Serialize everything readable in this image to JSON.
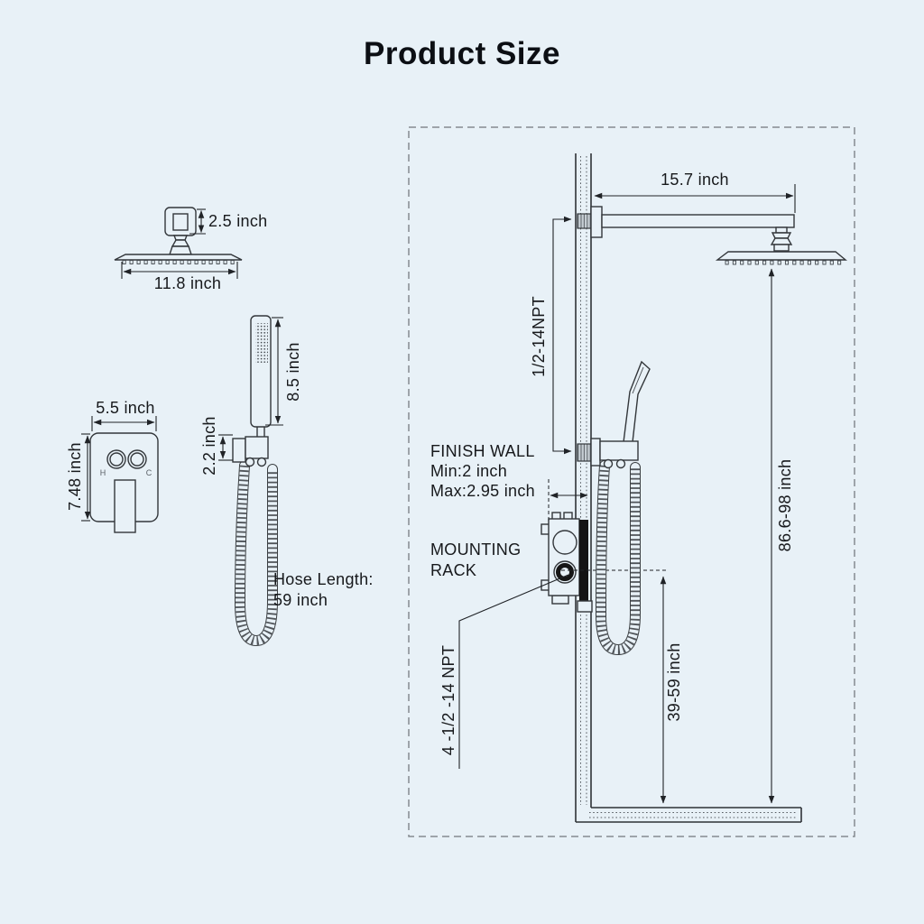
{
  "page": {
    "title": "Product Size"
  },
  "left_diagrams": {
    "overhead_shower": {
      "connector_height": "2.5 inch",
      "head_width": "11.8 inch"
    },
    "hand_shower": {
      "wand_height": "8.5 inch",
      "holder_height": "2.2 inch"
    },
    "hose": {
      "line1": "Hose Length:",
      "line2": "59 inch"
    },
    "valve_trim": {
      "width": "5.5 inch",
      "height": "7.48 inch",
      "hot": "H",
      "cold": "C"
    }
  },
  "wall_diagram": {
    "arm_length": "15.7 inch",
    "arm_thread": "1/2-14NPT",
    "finish_wall": {
      "line1": "FINISH WALL",
      "line2": "Min:2 inch",
      "line3": "Max:2.95 inch"
    },
    "mounting_rack": {
      "line1": "MOUNTING",
      "line2": "RACK"
    },
    "valve_thread": "4 -1/2 -14 NPT",
    "valve_height_range": "39-59 inch",
    "head_height_range": "86.6-98 inch"
  }
}
